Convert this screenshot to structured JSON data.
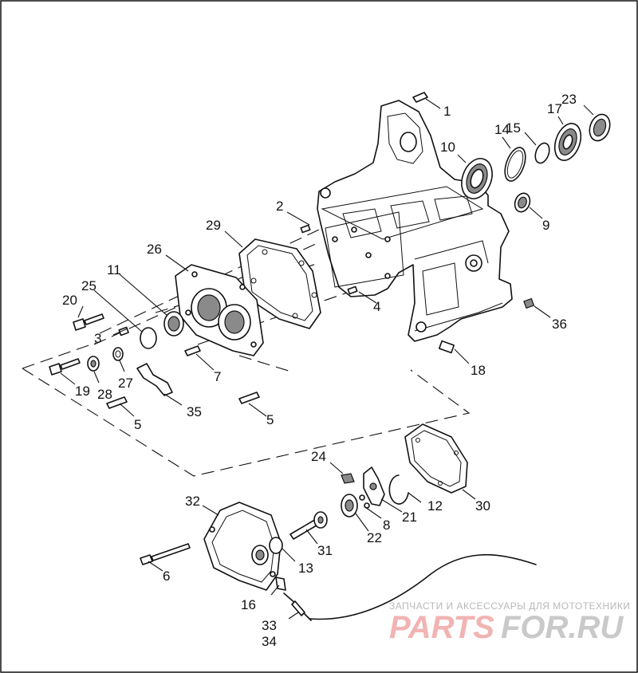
{
  "diagram": {
    "callouts": [
      "1",
      "2",
      "3",
      "4",
      "5",
      "5",
      "6",
      "7",
      "8",
      "9",
      "10",
      "11",
      "12",
      "13",
      "14",
      "15",
      "16",
      "17",
      "18",
      "19",
      "20",
      "21",
      "22",
      "23",
      "24",
      "25",
      "26",
      "27",
      "28",
      "29",
      "30",
      "31",
      "32",
      "33",
      "34",
      "35",
      "36"
    ]
  },
  "watermark": {
    "caption": "ЗАПЧАСТИ И АКСЕССУАРЫ ДЛЯ МОТОТЕХНИКИ",
    "logo_left": "PARTS",
    "logo_right": "FOR.RU"
  }
}
